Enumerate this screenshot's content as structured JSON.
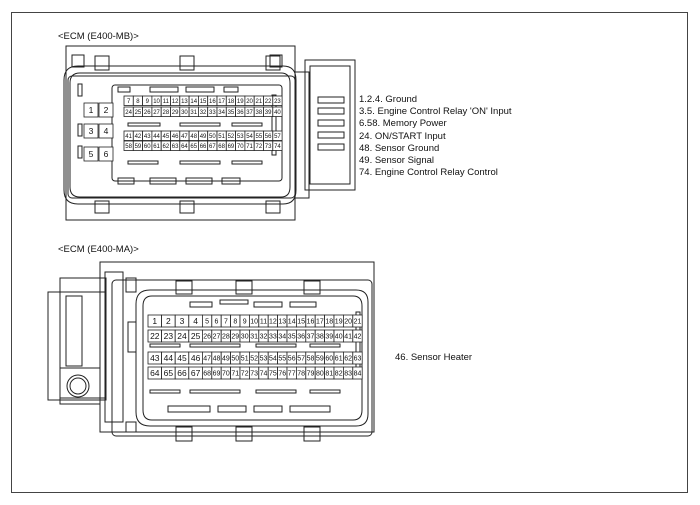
{
  "mb": {
    "title": "<ECM (E400-MB)>",
    "legend": [
      "1.2.4. Ground",
      "3.5. Engine Control Relay 'ON' Input",
      "6.58. Memory Power",
      "24. ON/START Input",
      "48. Sensor Ground",
      "49. Sensor Signal",
      "74. Engine Control Relay Control"
    ],
    "big_pins": [
      "1",
      "2",
      "3",
      "4",
      "5",
      "6"
    ],
    "rows": [
      [
        "7",
        "8",
        "9",
        "10",
        "11",
        "12",
        "13",
        "14",
        "15",
        "16",
        "17",
        "18",
        "19",
        "20",
        "21",
        "22",
        "23"
      ],
      [
        "24",
        "25",
        "26",
        "27",
        "28",
        "29",
        "30",
        "31",
        "32",
        "33",
        "34",
        "35",
        "36",
        "37",
        "38",
        "39",
        "40"
      ],
      [
        "41",
        "42",
        "43",
        "44",
        "45",
        "46",
        "47",
        "48",
        "49",
        "50",
        "51",
        "52",
        "53",
        "54",
        "55",
        "56",
        "57"
      ],
      [
        "58",
        "59",
        "60",
        "61",
        "62",
        "63",
        "64",
        "65",
        "66",
        "67",
        "68",
        "69",
        "70",
        "71",
        "72",
        "73",
        "74"
      ]
    ]
  },
  "ma": {
    "title": "<ECM (E400-MA)>",
    "legend": [
      "46. Sensor Heater"
    ],
    "rows": [
      [
        "1",
        "2",
        "3",
        "4",
        "5",
        "6",
        "7",
        "8",
        "9",
        "10",
        "11",
        "12",
        "13",
        "14",
        "15",
        "16",
        "17",
        "18",
        "19",
        "20",
        "21"
      ],
      [
        "22",
        "23",
        "24",
        "25",
        "26",
        "27",
        "28",
        "29",
        "30",
        "31",
        "32",
        "33",
        "34",
        "35",
        "36",
        "37",
        "38",
        "39",
        "40",
        "41",
        "42"
      ],
      [
        "43",
        "44",
        "45",
        "46",
        "47",
        "48",
        "49",
        "50",
        "51",
        "52",
        "53",
        "54",
        "55",
        "56",
        "57",
        "58",
        "59",
        "60",
        "61",
        "62",
        "63"
      ],
      [
        "64",
        "65",
        "66",
        "67",
        "68",
        "69",
        "70",
        "71",
        "72",
        "73",
        "74",
        "75",
        "76",
        "77",
        "78",
        "79",
        "80",
        "81",
        "82",
        "83",
        "84"
      ]
    ]
  }
}
